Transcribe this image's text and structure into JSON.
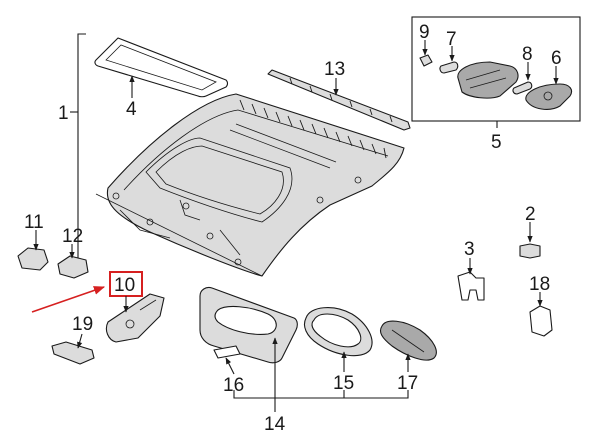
{
  "labels": {
    "l1": "1",
    "l2": "2",
    "l3": "3",
    "l4": "4",
    "l5": "5",
    "l6": "6",
    "l7": "7",
    "l8": "8",
    "l9": "9",
    "l10": "10",
    "l11": "11",
    "l12": "12",
    "l13": "13",
    "l14": "14",
    "l15": "15",
    "l16": "16",
    "l17": "17",
    "l18": "18",
    "l19": "19"
  },
  "colors": {
    "line": "#1a1a1a",
    "highlight": "#d62020",
    "part_fill": "#dcdcdc",
    "part_dark": "#a9a9a9"
  }
}
